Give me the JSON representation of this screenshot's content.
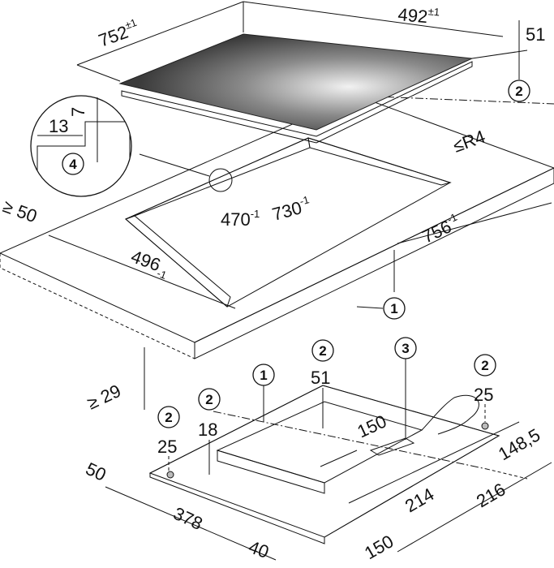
{
  "top_hob": {
    "width": "752",
    "width_tol": "±1",
    "depth": "492",
    "depth_tol": "±1",
    "height": "51",
    "callout": "2"
  },
  "detail": {
    "step_width": "13",
    "step_height": "7",
    "callout": "4"
  },
  "countertop": {
    "radius": "≤R4",
    "min_front": "≥ 50",
    "inner_depth": "470",
    "inner_depth_tol": "-1",
    "inner_width": "730",
    "inner_width_tol": "-1",
    "outer_width": "756",
    "outer_width_tol": "-1",
    "outer_depth": "496",
    "outer_depth_tol": "-1",
    "callout": "1",
    "min_thickness": "≥ 29"
  },
  "bottom_hob": {
    "callout_1": "1",
    "center": {
      "callout": "2",
      "value": "51"
    },
    "connection": {
      "callout": "3"
    },
    "rear_right": {
      "callout": "2",
      "value": "25"
    },
    "front_left": {
      "callout": "2",
      "value": "25"
    },
    "left_inner": {
      "callout": "2",
      "value": "18"
    },
    "dims": {
      "d150_top": "150",
      "d148_5": "148,5",
      "d50": "50",
      "d378": "378",
      "d214": "214",
      "d216": "216",
      "d40": "40",
      "d150_bottom": "150"
    }
  }
}
